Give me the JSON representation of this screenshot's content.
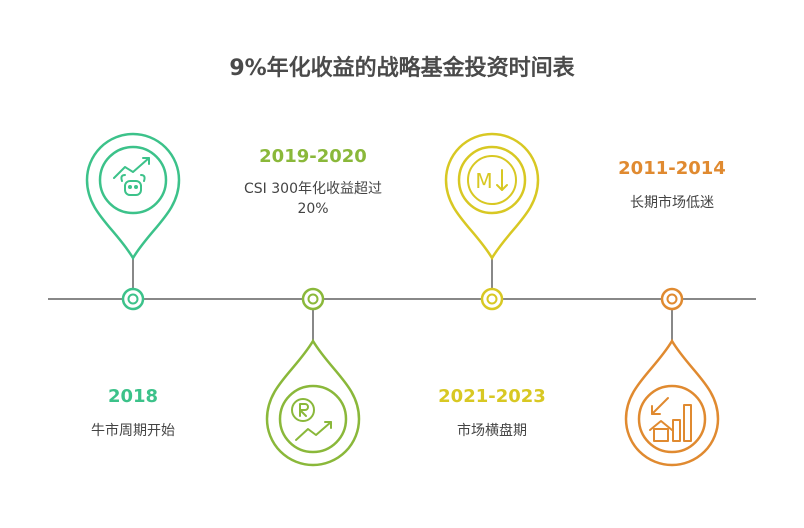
{
  "title": "9%年化收益的战略基金投资时间表",
  "colors": {
    "green": "#3cc28a",
    "lime": "#8ab83a",
    "yellow": "#d8c823",
    "orange": "#e08a30",
    "line": "#888888"
  },
  "milestones": [
    {
      "year": "2018",
      "desc": "牛市周期开始",
      "icon": "bull-trend-icon"
    },
    {
      "year": "2019-2020",
      "desc": "CSI 300年化收益超过20%",
      "desc_line1": "CSI 300年化收益超过",
      "desc_line2": "20%",
      "icon": "currency-growth-icon"
    },
    {
      "year": "2021-2023",
      "desc": "市场横盘期",
      "icon": "market-sideways-icon"
    },
    {
      "year": "2011-2014",
      "desc": "长期市场低迷",
      "icon": "housing-decline-icon"
    }
  ],
  "icon_text": {
    "m_label": "M"
  }
}
